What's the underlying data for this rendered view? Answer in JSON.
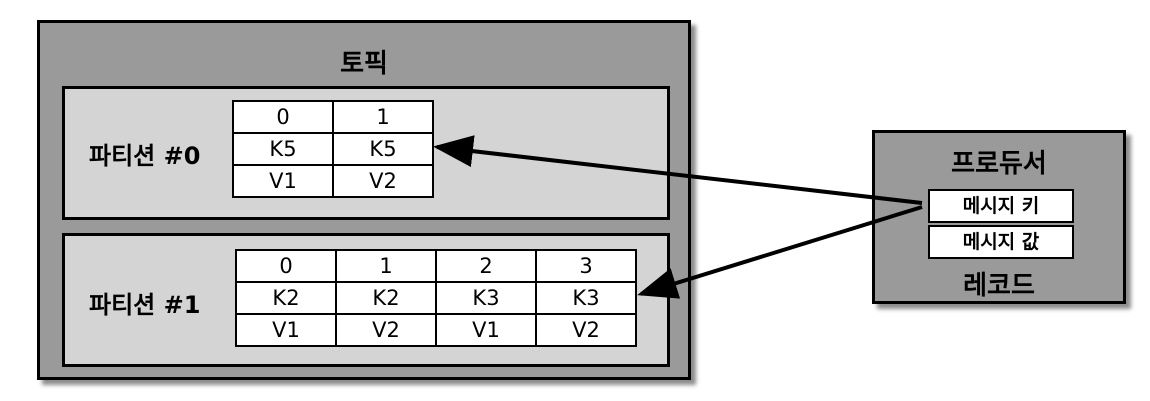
{
  "topic": {
    "title": "토픽",
    "partitions": [
      {
        "label": "파티션 #0",
        "offsets": [
          "0",
          "1"
        ],
        "keys": [
          "K5",
          "K5"
        ],
        "values": [
          "V1",
          "V2"
        ]
      },
      {
        "label": "파티션 #1",
        "offsets": [
          "0",
          "1",
          "2",
          "3"
        ],
        "keys": [
          "K2",
          "K2",
          "K3",
          "K3"
        ],
        "values": [
          "V1",
          "V2",
          "V1",
          "V2"
        ]
      }
    ]
  },
  "producer": {
    "title": "프로듀서",
    "message_key": "메시지 키",
    "message_value": "메시지 값",
    "record_label": "레코드"
  }
}
